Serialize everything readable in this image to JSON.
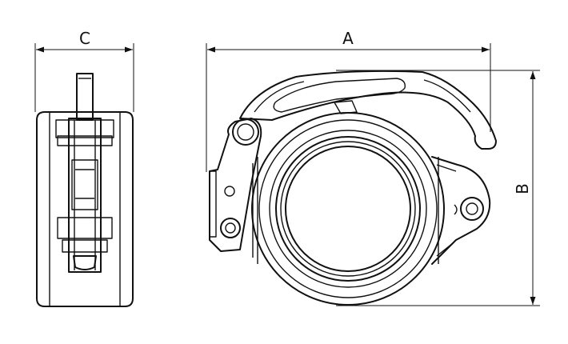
{
  "dimensions": {
    "a": "A",
    "b": "B",
    "c": "C"
  }
}
